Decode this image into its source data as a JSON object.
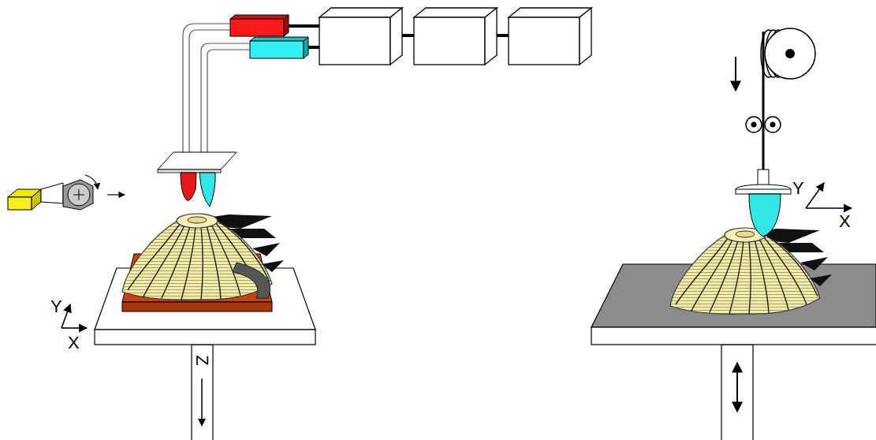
{
  "diagram": {
    "labels": [
      "Y",
      "X",
      "Z",
      "Y",
      "X"
    ]
  }
}
